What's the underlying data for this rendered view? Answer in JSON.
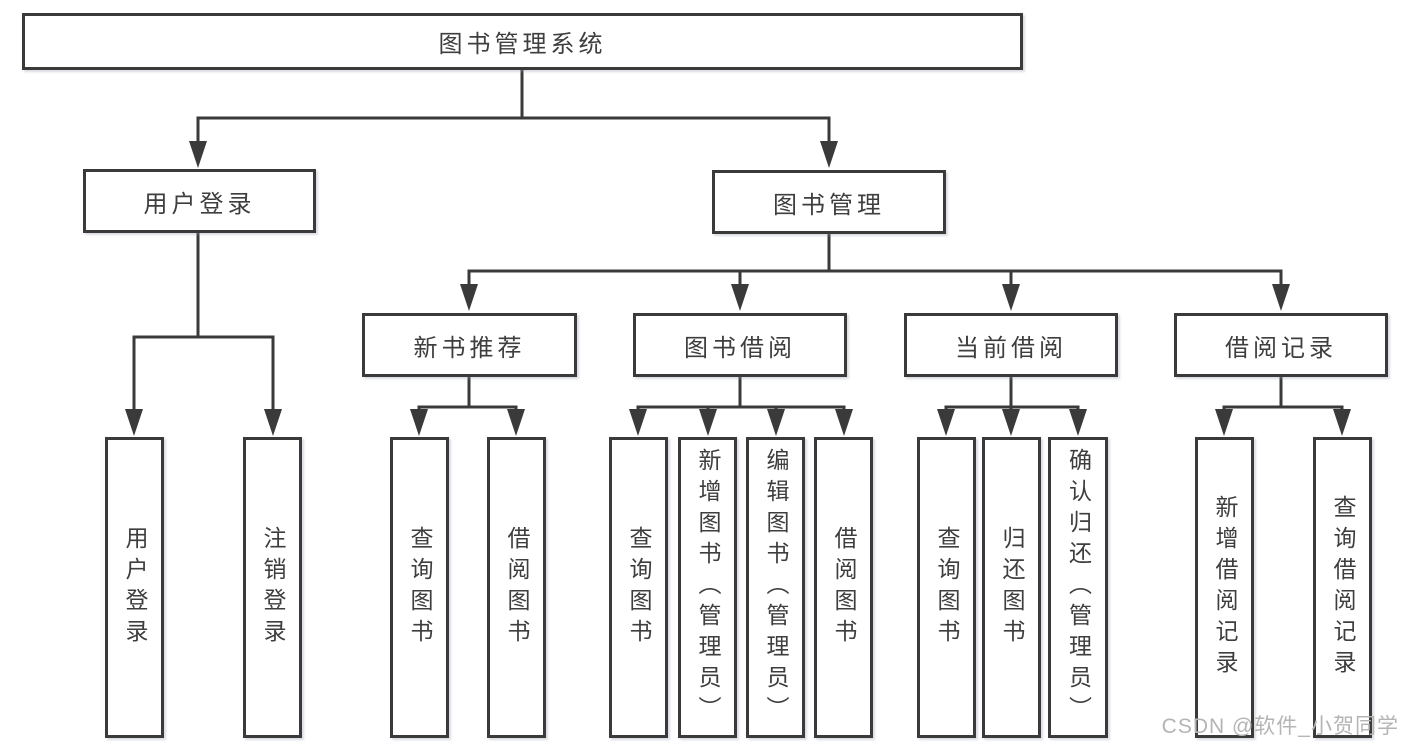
{
  "diagram": {
    "watermark": "CSDN @软件_小贺同学",
    "colors": {
      "line": "#3a3a3a",
      "text": "#3e3e3e",
      "watermark": "#b4b4b4",
      "background": "#ffffff"
    },
    "tree": {
      "label": "图书管理系统",
      "children": [
        {
          "label": "用户登录",
          "children": [
            {
              "label": "用户登录"
            },
            {
              "label": "注销登录"
            }
          ]
        },
        {
          "label": "图书管理",
          "children": [
            {
              "label": "新书推荐",
              "children": [
                {
                  "label": "查询图书"
                },
                {
                  "label": "借阅图书"
                }
              ]
            },
            {
              "label": "图书借阅",
              "children": [
                {
                  "label": "查询图书"
                },
                {
                  "label": "新增图书（管理员）"
                },
                {
                  "label": "编辑图书（管理员）"
                },
                {
                  "label": "借阅图书"
                }
              ]
            },
            {
              "label": "当前借阅",
              "children": [
                {
                  "label": "查询图书"
                },
                {
                  "label": "归还图书"
                },
                {
                  "label": "确认归还（管理员）"
                }
              ]
            },
            {
              "label": "借阅记录",
              "children": [
                {
                  "label": "新增借阅记录"
                },
                {
                  "label": "查询借阅记录"
                }
              ]
            }
          ]
        }
      ]
    }
  }
}
